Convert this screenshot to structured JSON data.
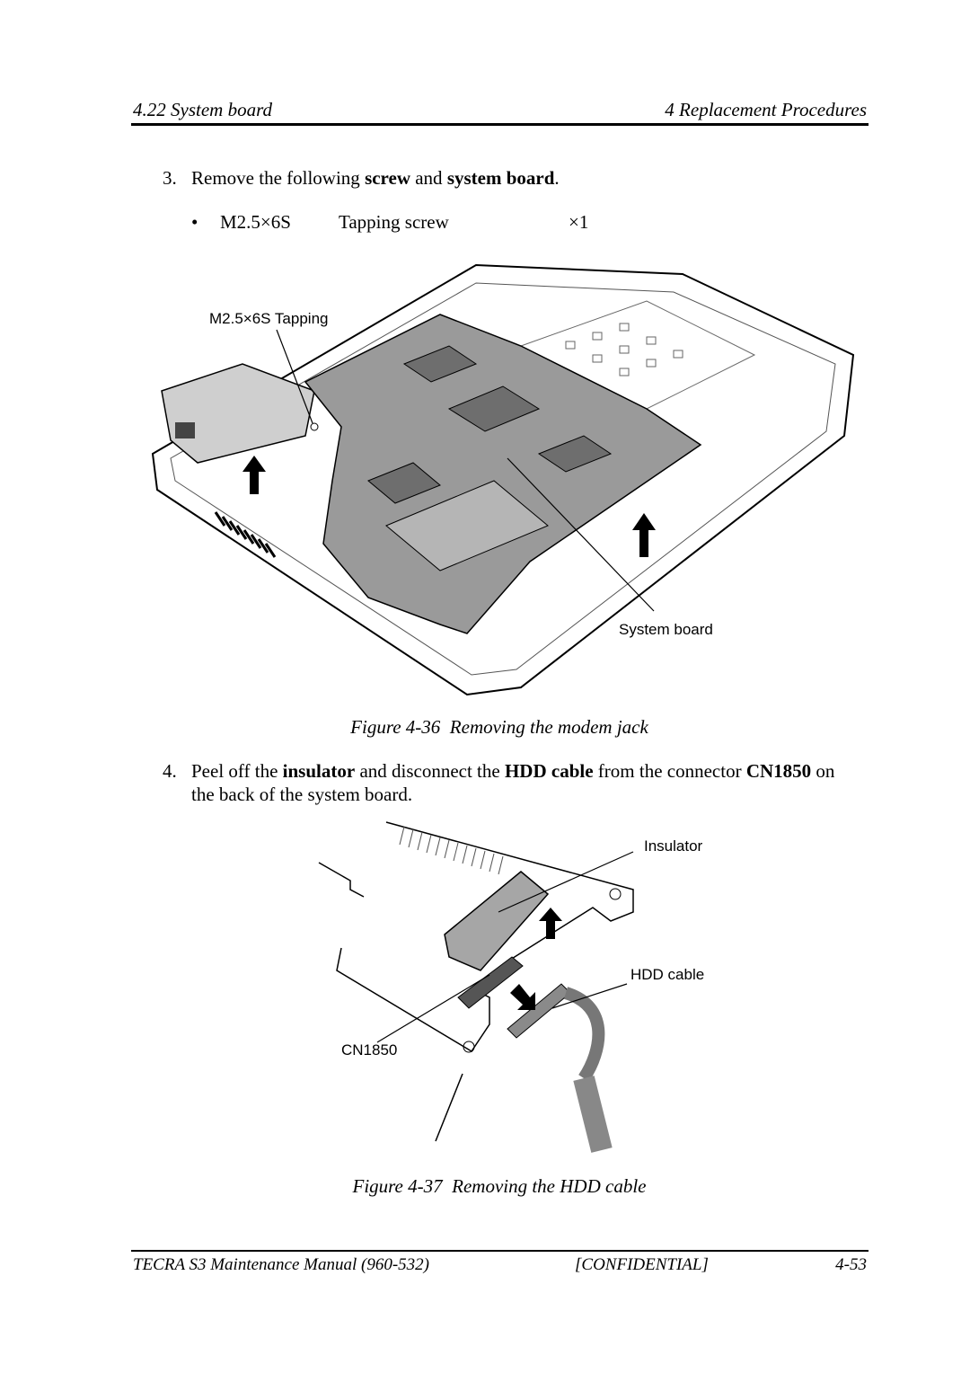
{
  "header": {
    "section": "4.22  System board",
    "chapter": "4 Replacement Procedures"
  },
  "step3": {
    "number": "3.",
    "text_a": "Remove the following ",
    "bold_a": "screw",
    "text_b": " and ",
    "bold_b": "system board",
    "text_c": ".",
    "bullet": {
      "mark": "•",
      "part": "M2.5×6S",
      "type": "Tapping screw",
      "qty": "×1"
    }
  },
  "figure36": {
    "callout_screw": "M2.5×6S Tapping",
    "callout_board": "System board",
    "caption_prefix": "Figure 4-36",
    "caption_title": "Removing the modem jack"
  },
  "step4": {
    "number": "4.",
    "text_a": "Peel off the ",
    "bold_a": "insulator",
    "text_b": " and disconnect the ",
    "bold_b": "HDD cable",
    "text_c": " from the connector ",
    "bold_c": "CN1850",
    "text_d": " on",
    "line2": "the back of the system board."
  },
  "figure37": {
    "callout_insulator": "Insulator",
    "callout_hdd": "HDD cable",
    "callout_connector": "CN1850",
    "caption_prefix": "Figure 4-37",
    "caption_title": "Removing the HDD cable"
  },
  "footer": {
    "manual": "TECRA S3 Maintenance Manual (960-532)",
    "confidential": "[CONFIDENTIAL]",
    "page": "4-53"
  }
}
